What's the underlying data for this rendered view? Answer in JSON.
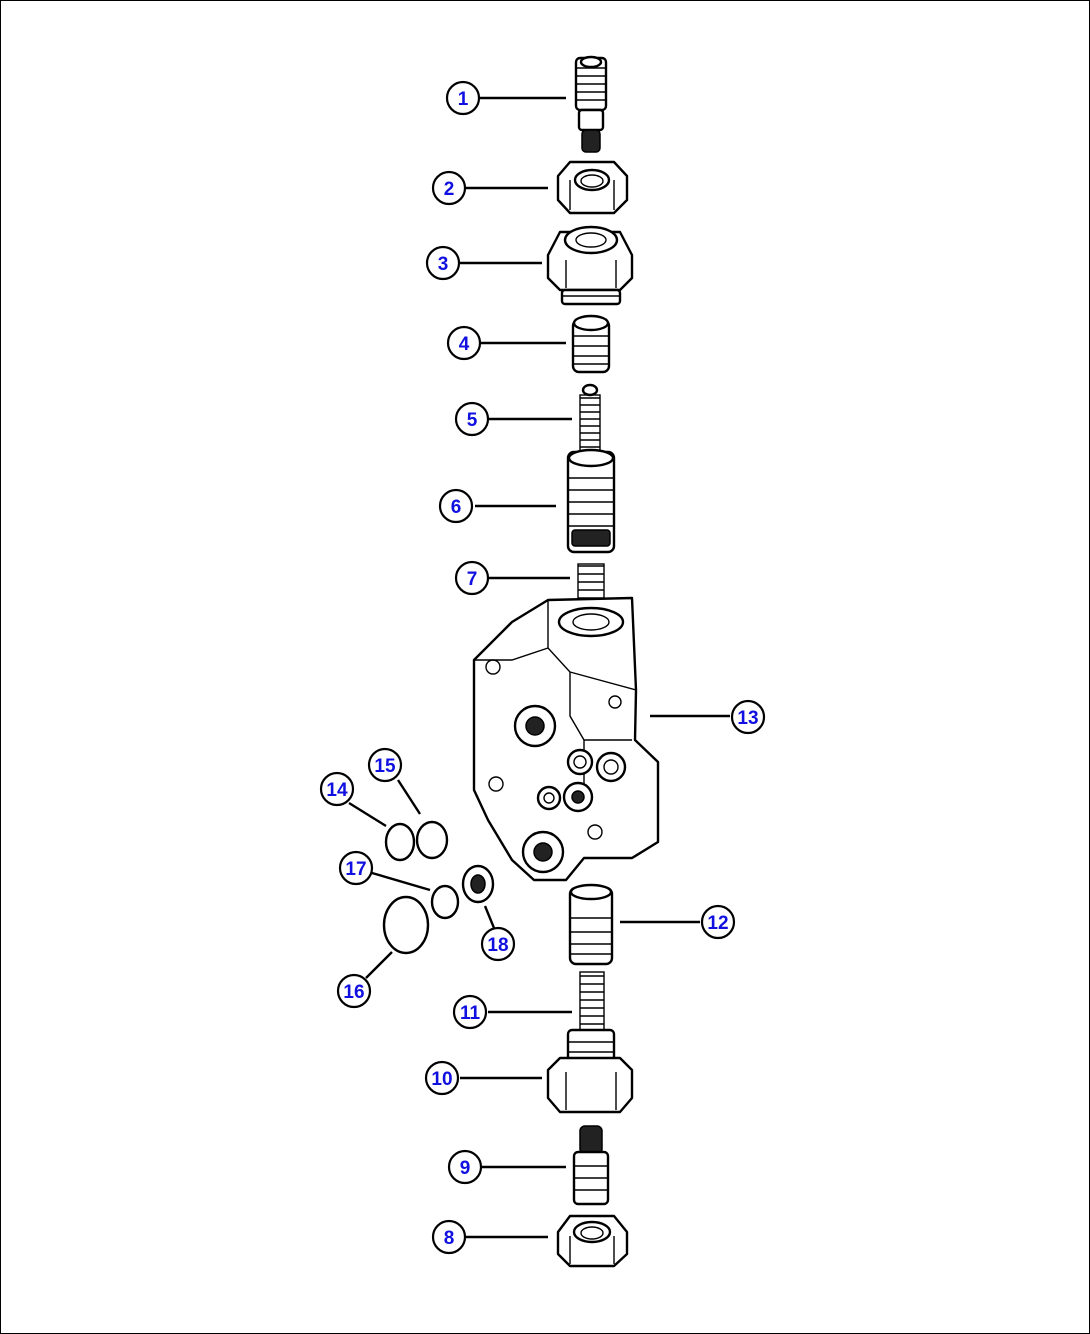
{
  "callouts": [
    {
      "label": "1"
    },
    {
      "label": "2"
    },
    {
      "label": "3"
    },
    {
      "label": "4"
    },
    {
      "label": "5"
    },
    {
      "label": "6"
    },
    {
      "label": "7"
    },
    {
      "label": "8"
    },
    {
      "label": "9"
    },
    {
      "label": "10"
    },
    {
      "label": "11"
    },
    {
      "label": "12"
    },
    {
      "label": "13"
    },
    {
      "label": "14"
    },
    {
      "label": "15"
    },
    {
      "label": "16"
    },
    {
      "label": "17"
    },
    {
      "label": "18"
    }
  ],
  "colors": {
    "callout_text": "#1010e0",
    "line": "#000000",
    "background": "#ffffff"
  }
}
